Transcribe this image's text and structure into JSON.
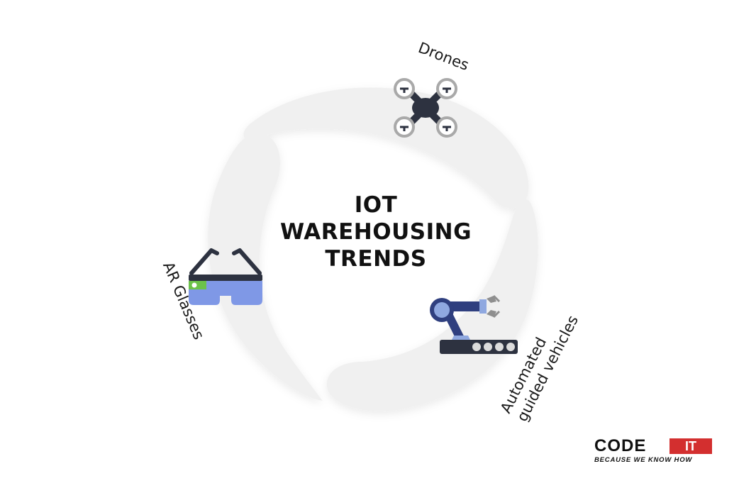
{
  "title": {
    "line1": "IOT",
    "line2": "WAREHOUSING",
    "line3": "TRENDS"
  },
  "trends": [
    {
      "label": "Drones",
      "icon": "drone-icon"
    },
    {
      "label": "AR Glasses",
      "icon": "ar-glasses-icon"
    },
    {
      "label_line1": "Automated",
      "label_line2": "guided vehicles",
      "icon": "robotic-arm-conveyor-icon"
    }
  ],
  "logo": {
    "brand": "CODE",
    "highlight": "IT",
    "tagline": "BECAUSE WE KNOW HOW"
  },
  "colors": {
    "ring_fill": "#f0f0f0",
    "drone_body": "#2d3240",
    "glasses_lens": "#7f98e6",
    "glasses_frame": "#2d3240",
    "glasses_accent": "#6cc24a",
    "robot_arm": "#2f3f7f",
    "robot_joint": "#8fa8e0",
    "logo_red": "#d32f2f"
  }
}
